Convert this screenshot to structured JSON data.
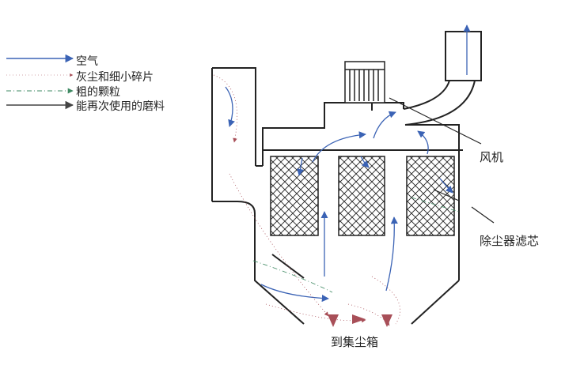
{
  "legend": [
    {
      "label": "空气",
      "color": "#3b63b5",
      "style": "solid"
    },
    {
      "label": "灰尘和细小碎片",
      "color": "#a84f58",
      "style": "solid"
    },
    {
      "label": "粗的颗粒",
      "color": "#3f8a63",
      "style": "dashdot"
    },
    {
      "label": "能再次使用的磨料",
      "color": "#444444",
      "style": "solid"
    }
  ],
  "labels": {
    "fan": "风机",
    "filter": "除尘器滤芯",
    "dust_box": "到集尘箱"
  },
  "colors": {
    "air": "#3b63b5",
    "dust": "#a84f58",
    "coarse": "#3f8a63",
    "abrasive": "#444444",
    "outline": "#222222"
  }
}
